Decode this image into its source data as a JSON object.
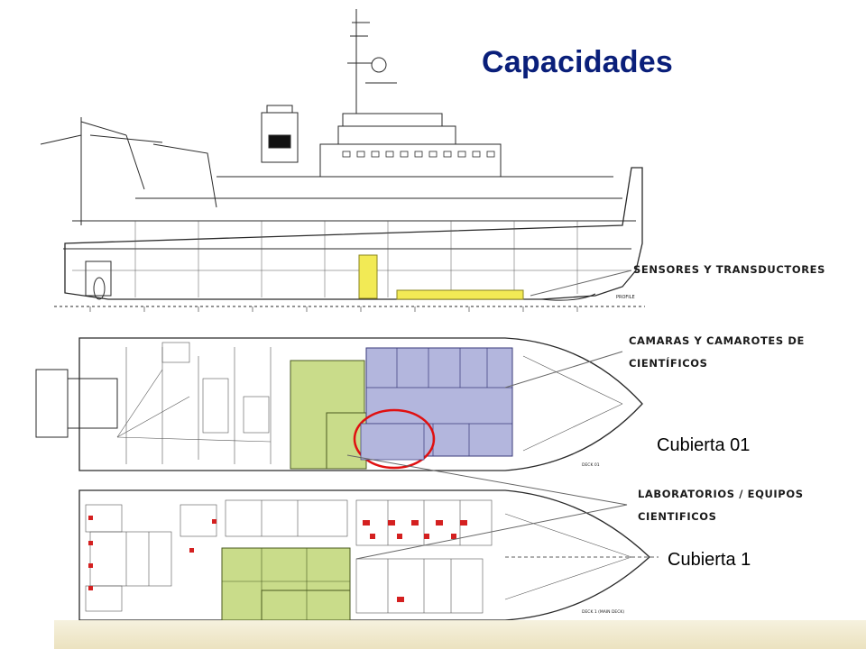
{
  "slide": {
    "title": "Capacidades"
  },
  "callouts": {
    "sensores": "SENSORES Y TRANSDUCTORES",
    "camaras_line1": "CAMARAS Y CAMAROTES DE",
    "camaras_line2": "CIENTÍFICOS",
    "laboratorios_line1": "LABORATORIOS / EQUIPOS",
    "laboratorios_line2": "CIENTIFICOS"
  },
  "decks": {
    "upper": "Cubierta 01",
    "main": "Cubierta 1"
  },
  "drawing_labels": {
    "deck01_tag": "DECK 01",
    "deck1_tag": "DECK 1 (MAIN DECK)",
    "profile_tag": "PROFILE"
  },
  "colors": {
    "title": "#0a1f7a",
    "lab_highlight": "#c9dc8a",
    "cabin_highlight": "#b3b6dd",
    "sensor_highlight": "#f2ea55",
    "circle": "#e01010",
    "linework": "#2a2a2a"
  }
}
